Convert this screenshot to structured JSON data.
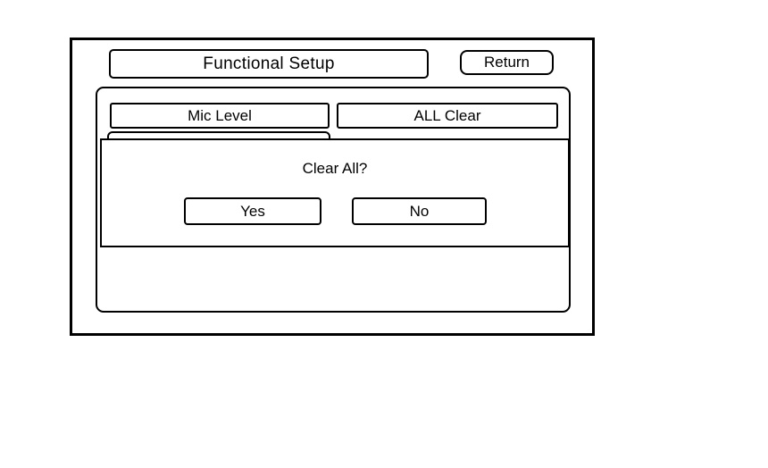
{
  "window": {
    "header": {
      "title": "Functional Setup",
      "return_button": "Return"
    },
    "menu": {
      "items": [
        {
          "label": "Mic Level"
        },
        {
          "label": "ALL Clear"
        }
      ],
      "partially_hidden_item": {
        "label": ""
      }
    },
    "dialog": {
      "message": "Clear All?",
      "confirm_button": "Yes",
      "cancel_button": "No"
    },
    "colors": {
      "line": "#000000",
      "background": "#ffffff"
    }
  }
}
